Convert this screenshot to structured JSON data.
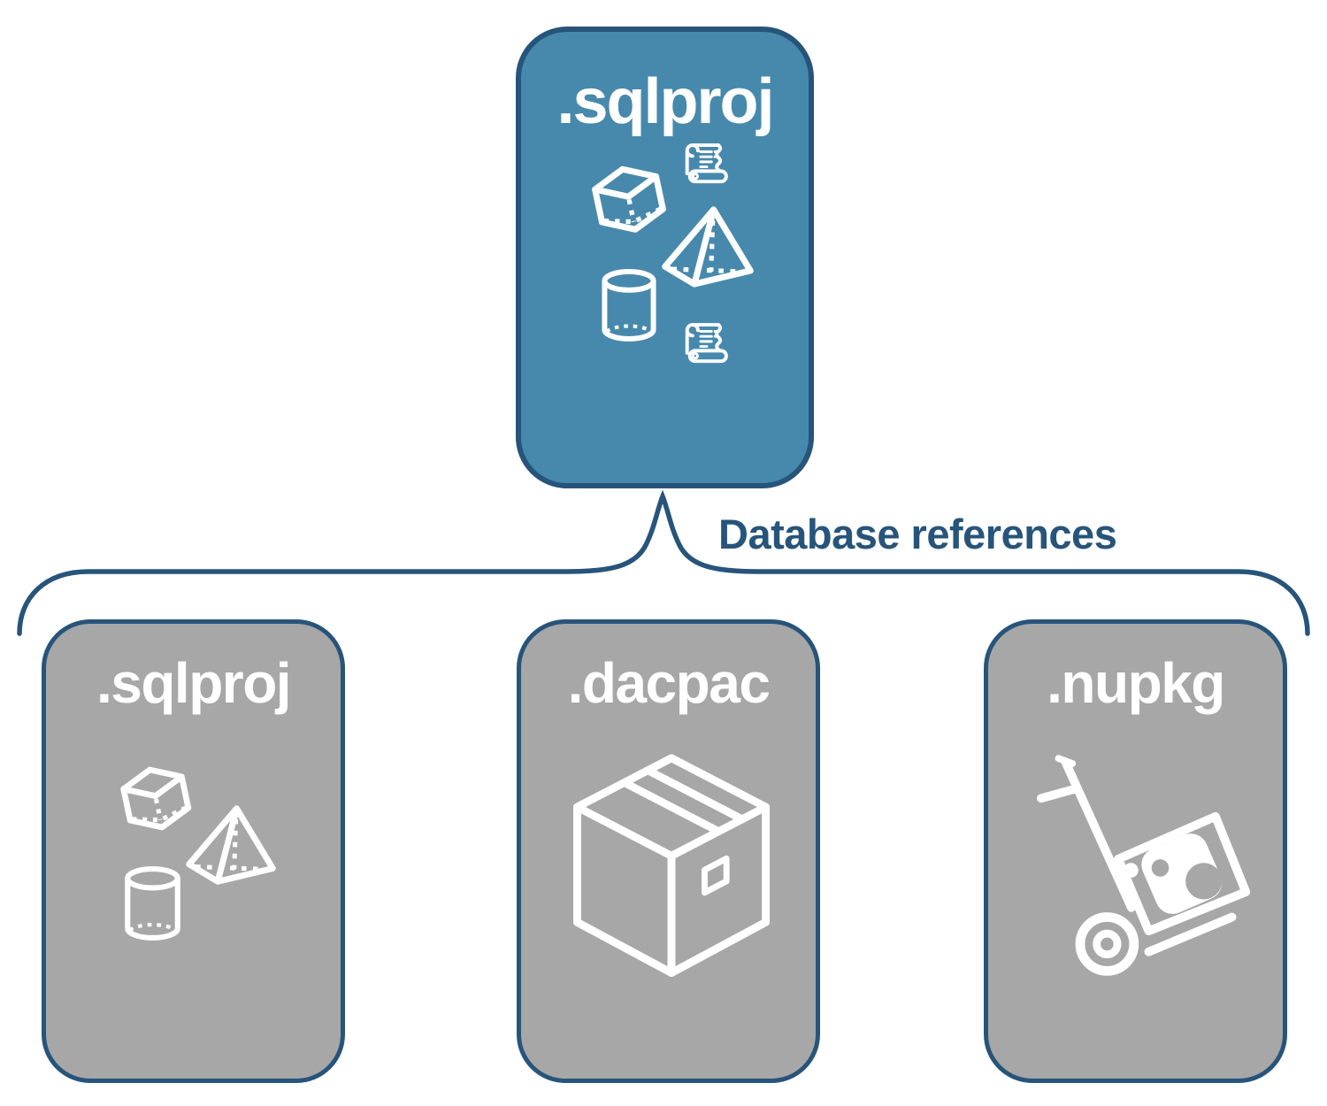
{
  "diagram": {
    "colors": {
      "accent_blue": "#4789AC",
      "node_gray": "#A7A7A7",
      "line_navy": "#27547A",
      "icon_white": "#FFFFFF"
    },
    "root": {
      "label": ".sqlproj",
      "icons": [
        "cube-icon",
        "scroll-icon",
        "pyramid-icon",
        "cylinder-icon",
        "scroll-icon"
      ]
    },
    "connector": {
      "label": "Database references"
    },
    "children": [
      {
        "label": ".sqlproj",
        "icons": [
          "cube-icon",
          "pyramid-icon",
          "cylinder-icon"
        ]
      },
      {
        "label": ".dacpac",
        "icons": [
          "package-box-icon"
        ]
      },
      {
        "label": ".nupkg",
        "icons": [
          "hand-truck-icon"
        ]
      }
    ]
  }
}
